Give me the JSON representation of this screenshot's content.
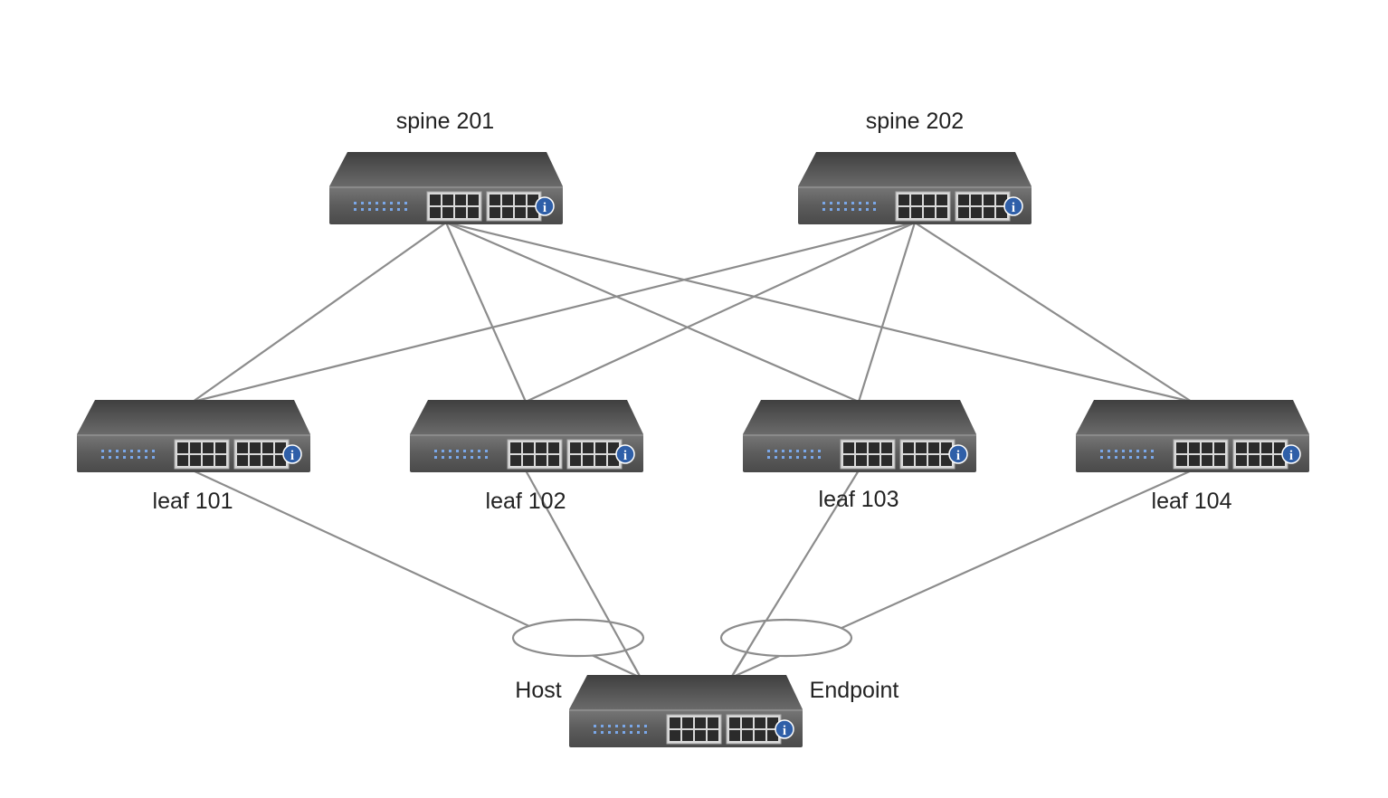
{
  "devices": {
    "spine201": {
      "label": "spine 201"
    },
    "spine202": {
      "label": "spine 202"
    },
    "leaf101": {
      "label": "leaf 101"
    },
    "leaf102": {
      "label": "leaf 102"
    },
    "leaf103": {
      "label": "leaf 103"
    },
    "leaf104": {
      "label": "leaf 104"
    },
    "host": {
      "label": ""
    }
  },
  "host_labels": {
    "left": "Host",
    "right": "Endpoint"
  },
  "links": [
    [
      "spine201",
      "leaf101"
    ],
    [
      "spine201",
      "leaf102"
    ],
    [
      "spine201",
      "leaf103"
    ],
    [
      "spine201",
      "leaf104"
    ],
    [
      "spine202",
      "leaf101"
    ],
    [
      "spine202",
      "leaf102"
    ],
    [
      "spine202",
      "leaf103"
    ],
    [
      "spine202",
      "leaf104"
    ],
    [
      "leaf101",
      "host"
    ],
    [
      "leaf102",
      "host"
    ],
    [
      "leaf103",
      "host"
    ],
    [
      "leaf104",
      "host"
    ]
  ],
  "colors": {
    "link": "#8c8c8c",
    "switch_body": "#5a5a5a",
    "info_badge": "#2f5fa8",
    "port_led": "#7aa7e8"
  }
}
